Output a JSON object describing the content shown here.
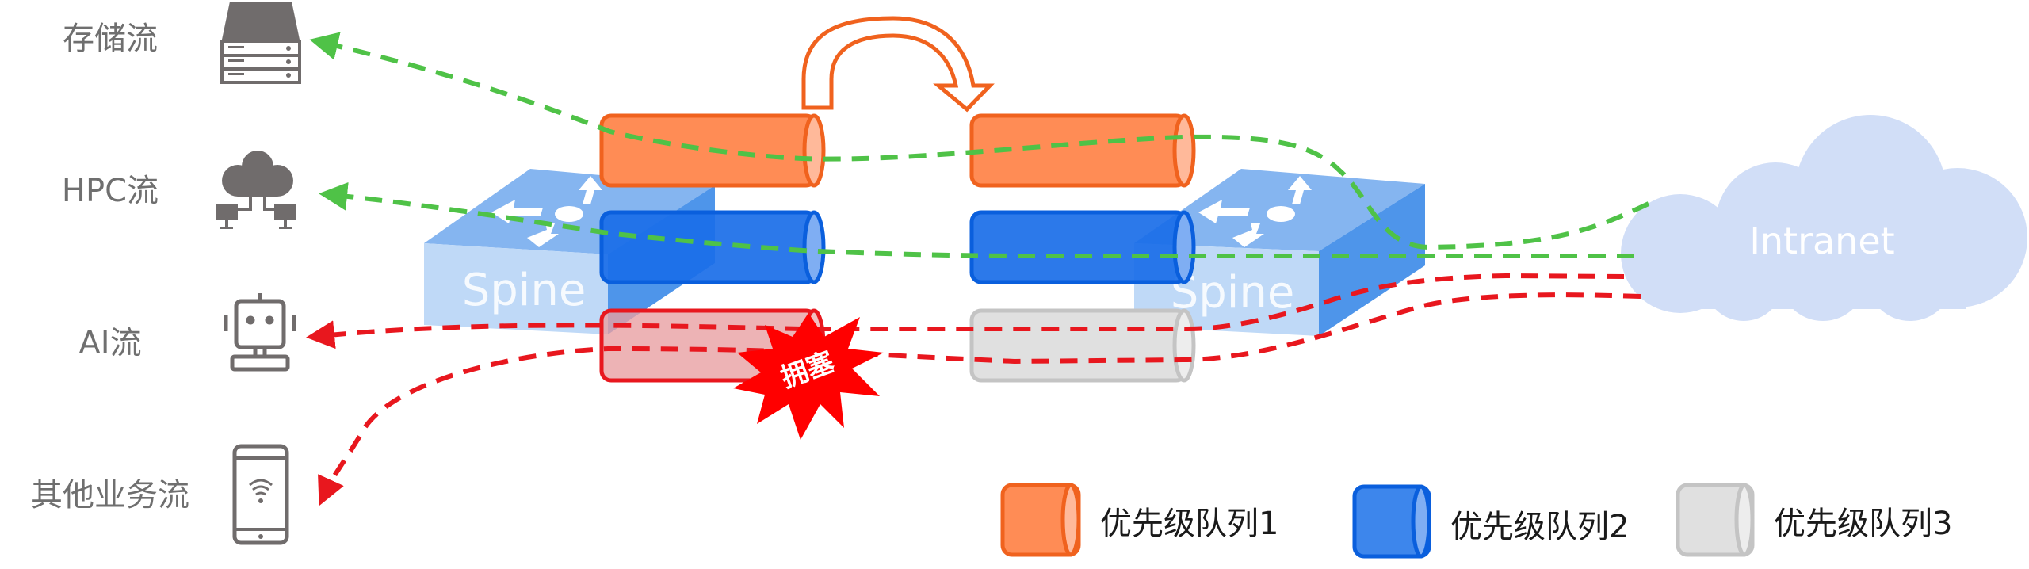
{
  "flows": {
    "storage": "存储流",
    "hpc": "HPC流",
    "ai": "AI流",
    "other": "其他业务流"
  },
  "switches": {
    "left": "Spine",
    "right": "Spine"
  },
  "network": "Intranet",
  "congestion": "拥塞",
  "legend": [
    {
      "label": "优先级队列1",
      "color": "#FF8C55"
    },
    {
      "label": "优先级队列2",
      "color": "#2F7FEA"
    },
    {
      "label": "优先级队列3",
      "color": "#E2E2E2"
    }
  ],
  "colors": {
    "green_flow": "#4FC247",
    "red_flow": "#E8171E",
    "orange_queue": "#FF8C55",
    "blue_queue": "#1A6EE8",
    "gray_queue": "#E0E0E0"
  }
}
